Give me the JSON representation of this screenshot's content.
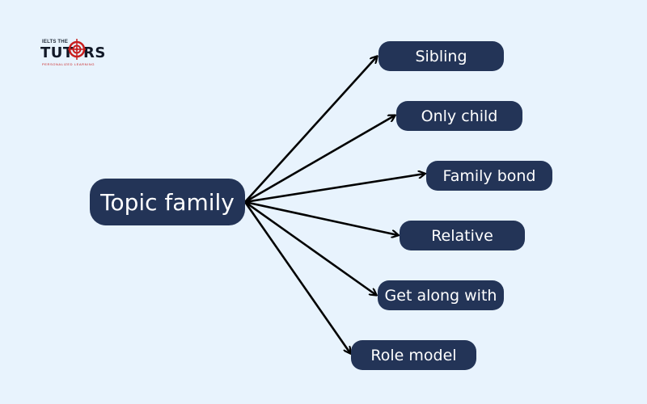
{
  "logo": {
    "small_text": "IELTS THE",
    "main_left": "TUT",
    "main_right": "RS",
    "tagline": "PERSONALIZED LEARNING"
  },
  "center": {
    "label": "Topic family"
  },
  "branches": [
    {
      "label": "Sibling"
    },
    {
      "label": "Only child"
    },
    {
      "label": "Family bond"
    },
    {
      "label": "Relative"
    },
    {
      "label": "Get along with"
    },
    {
      "label": "Role model"
    }
  ],
  "colors": {
    "background": "#e8f3fd",
    "node_fill": "#233457",
    "node_text": "#ffffff",
    "arrow": "#000000",
    "logo_accent": "#c81e1e"
  }
}
